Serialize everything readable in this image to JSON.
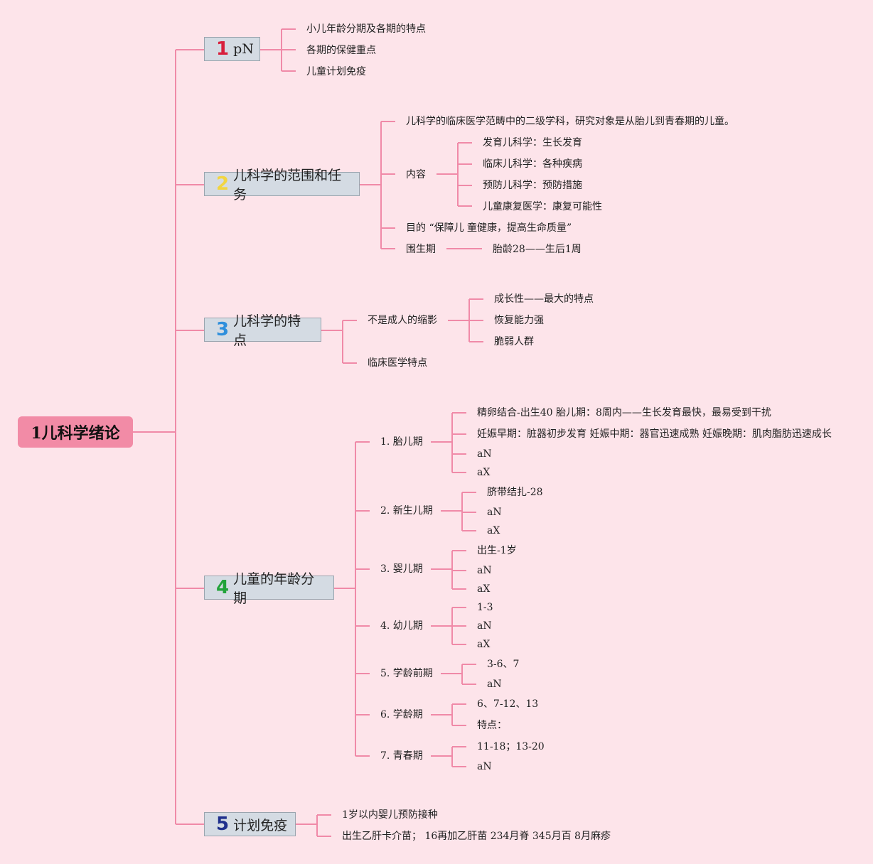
{
  "root": "1儿科学绪论",
  "topics": {
    "t1": {
      "num": "1",
      "num_color": "#d81f3c",
      "label": "pN",
      "items": [
        "小儿年龄分期及各期的特点",
        "各期的保健重点",
        "儿童计划免疫"
      ]
    },
    "t2": {
      "num": "2",
      "num_color": "#f2d541",
      "label": "儿科学的范围和任务",
      "items": {
        "a": "儿科学的临床医学范畴中的二级学科，研究对象是从胎儿到青春期的儿童。",
        "b": "内容",
        "b_children": [
          "发育儿科学：生长发育",
          "临床儿科学：各种疾病",
          "预防儿科学：预防措施",
          "儿童康复医学：康复可能性"
        ],
        "c": "目的 “保障儿 童健康，提高生命质量”",
        "d": "围生期",
        "d_child": "胎龄28——生后1周"
      }
    },
    "t3": {
      "num": "3",
      "num_color": "#2f8fdc",
      "label": "儿科学的特点",
      "items": {
        "a": "不是成人的缩影",
        "a_children": [
          "成长性——最大的特点",
          "恢复能力强",
          "脆弱人群"
        ],
        "b": "临床医学特点"
      }
    },
    "t4": {
      "num": "4",
      "num_color": "#22a33a",
      "label": "儿童的年龄分期",
      "stages": [
        {
          "label": "1. 胎儿期",
          "children": [
            "精卵结合-出生40 胎儿期：8周内——生长发育最快，最易受到干扰",
            "妊娠早期：脏器初步发育 妊娠中期：器官迅速成熟 妊娠晚期：肌肉脂肪迅速成长",
            "aN",
            "aX"
          ]
        },
        {
          "label": "2. 新生儿期",
          "children": [
            "脐带结扎-28",
            "aN",
            "aX"
          ]
        },
        {
          "label": "3. 婴儿期",
          "children": [
            "出生-1岁",
            "aN",
            "aX"
          ]
        },
        {
          "label": "4. 幼儿期",
          "children": [
            "1-3",
            "aN",
            "aX"
          ]
        },
        {
          "label": "5. 学龄前期",
          "children": [
            "3-6、7",
            "aN"
          ]
        },
        {
          "label": "6. 学龄期",
          "children": [
            "6、7-12、13",
            "特点："
          ]
        },
        {
          "label": "7. 青春期",
          "children": [
            "11-18；13-20",
            "aN"
          ]
        }
      ]
    },
    "t5": {
      "num": "5",
      "num_color": "#1f2f8c",
      "label": "计划免疫",
      "items": [
        "1岁以内婴儿预防接种",
        "出生乙肝卡介苗； 16再加乙肝苗 234月脊 345月百 8月麻疹"
      ]
    }
  },
  "colors": {
    "background": "#fde4ea",
    "line": "#f08aa8",
    "root": "#f28ba6",
    "topic_box": "#d4dbe3"
  }
}
